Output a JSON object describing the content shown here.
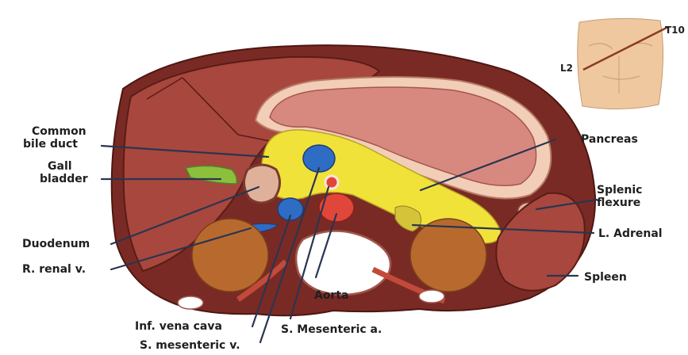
{
  "labels": {
    "common_bile_duct": [
      "Common",
      "bile duct"
    ],
    "gall_bladder": [
      "Gall",
      "bladder"
    ],
    "duodenum": "Duodenum",
    "r_renal_v": "R. renal v.",
    "pancreas": "Pancreas",
    "splenic_flexure": [
      "Splenic",
      "flexure"
    ],
    "l_adrenal": "L. Adrenal",
    "spleen": "Spleen",
    "aorta": "Aorta",
    "inf_vena_cava": "Inf. vena cava",
    "s_mesenteric_a": "S. Mesenteric a.",
    "s_mesenteric_v": "S. mesenteric v."
  },
  "inset": {
    "upper_level": "T10",
    "lower_level": "L2"
  },
  "colors": {
    "body_wall": "#7a2a24",
    "liver": "#a8473e",
    "stomach": "#d8897f",
    "stomach_rim": "#f2cdb8",
    "pancreas": "#f1e23a",
    "vein": "#2f6cc4",
    "artery": "#e0463a",
    "kidney": "#b86a2e",
    "gall_bladder": "#8cbf3c",
    "bone": "#ffffff",
    "skin": "#f2c9a0"
  }
}
